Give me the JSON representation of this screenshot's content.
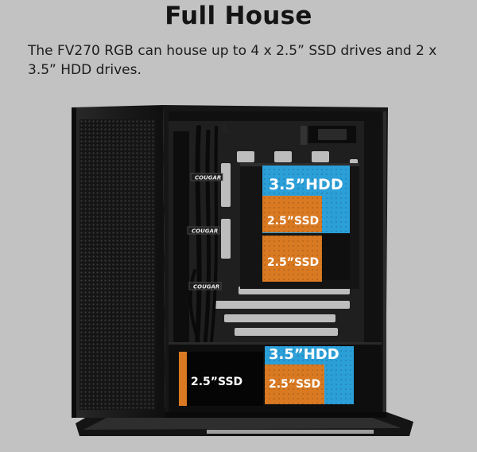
{
  "heading": "Full House",
  "description": "The FV270 RGB can house up to 4 x 2.5” SSD drives and 2 x 3.5” HDD drives.",
  "brand": "COUGAR",
  "drives": {
    "upper_hdd": "3.5”HDD",
    "upper_ssd_1": "2.5”SSD",
    "upper_ssd_2": "2.5”SSD",
    "lower_hdd": "3.5”HDD",
    "lower_ssd_black": "2.5”SSD",
    "lower_ssd_orange": "2.5”SSD"
  },
  "colors": {
    "background": "#c2c2c2",
    "hdd_blue": "#2b9fd8",
    "ssd_orange": "#d97a22",
    "chassis": "#1a1a1a"
  }
}
